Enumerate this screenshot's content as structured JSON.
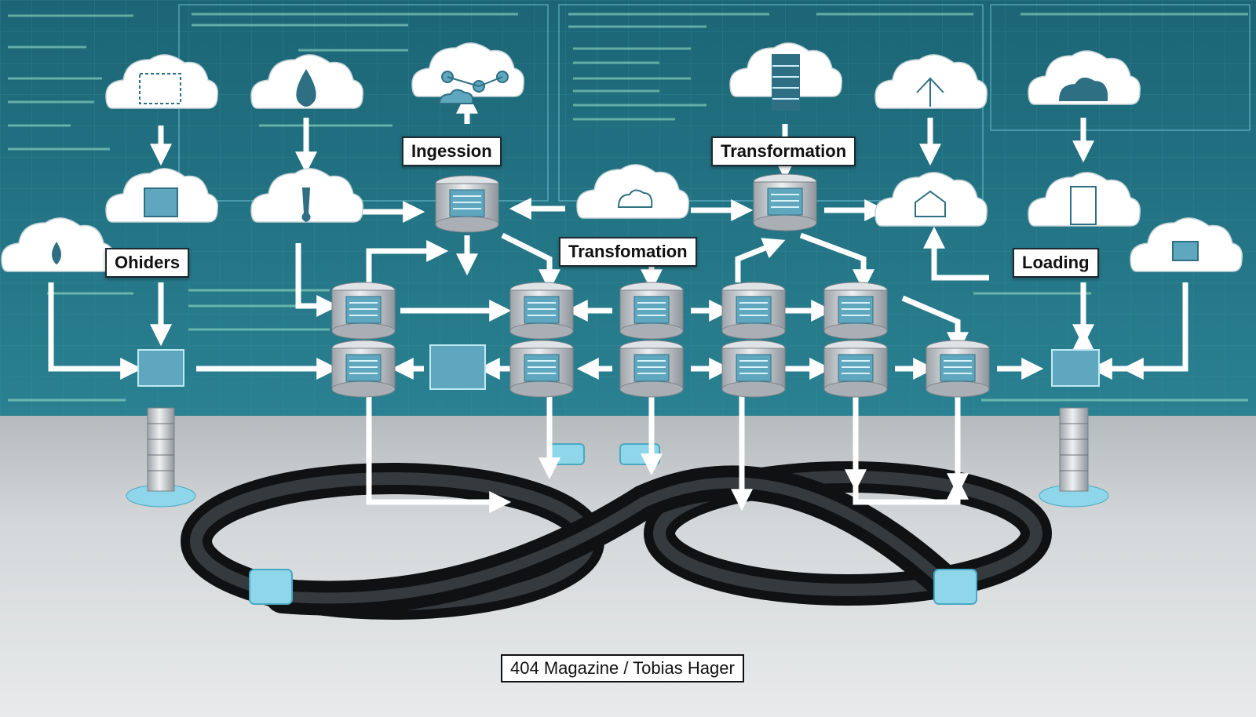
{
  "labels": {
    "ingestion": "Ingession",
    "transformation_top": "Transformation",
    "transformation_mid": "Transfomation",
    "others": "Ohiders",
    "loading": "Loading"
  },
  "credit": "404 Magazine / Tobias Hager",
  "colors": {
    "background_top": "#1f6f80",
    "grid_line": "#2f8797",
    "code_text": "#9fe6c8",
    "floor": "#cfd3d6",
    "cloud": "#ffffff",
    "database": "#c9cdd1",
    "database_screen": "#5fa6bf",
    "accent_cyan": "#7fd3e6",
    "pipe": "#23272b",
    "arrow": "#ffffff"
  },
  "icons": [
    "cloud-icon",
    "database-icon",
    "monitor-icon",
    "server-stack-icon",
    "water-drop-icon",
    "network-nodes-icon",
    "house-icon",
    "arrow-up-icon"
  ]
}
